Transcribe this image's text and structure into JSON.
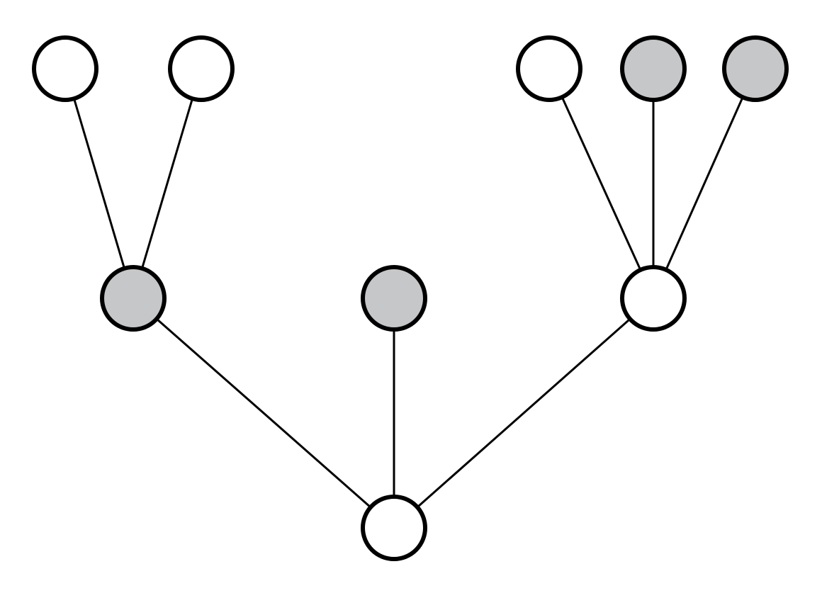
{
  "colors": {
    "stroke": "#000000",
    "node_white": "#ffffff",
    "node_gray": "#c6c7c9"
  },
  "tree": {
    "nodes": [
      {
        "id": "root",
        "fill": "white"
      },
      {
        "id": "mid-left",
        "fill": "gray"
      },
      {
        "id": "mid-center",
        "fill": "gray"
      },
      {
        "id": "mid-right",
        "fill": "white"
      },
      {
        "id": "leaf-1",
        "fill": "white"
      },
      {
        "id": "leaf-2",
        "fill": "white"
      },
      {
        "id": "leaf-3",
        "fill": "white"
      },
      {
        "id": "leaf-4",
        "fill": "gray"
      },
      {
        "id": "leaf-5",
        "fill": "gray"
      }
    ],
    "edges": [
      {
        "from": "root",
        "to": "mid-left"
      },
      {
        "from": "root",
        "to": "mid-center"
      },
      {
        "from": "root",
        "to": "mid-right"
      },
      {
        "from": "mid-left",
        "to": "leaf-1"
      },
      {
        "from": "mid-left",
        "to": "leaf-2"
      },
      {
        "from": "mid-right",
        "to": "leaf-3"
      },
      {
        "from": "mid-right",
        "to": "leaf-4"
      },
      {
        "from": "mid-right",
        "to": "leaf-5"
      }
    ]
  }
}
